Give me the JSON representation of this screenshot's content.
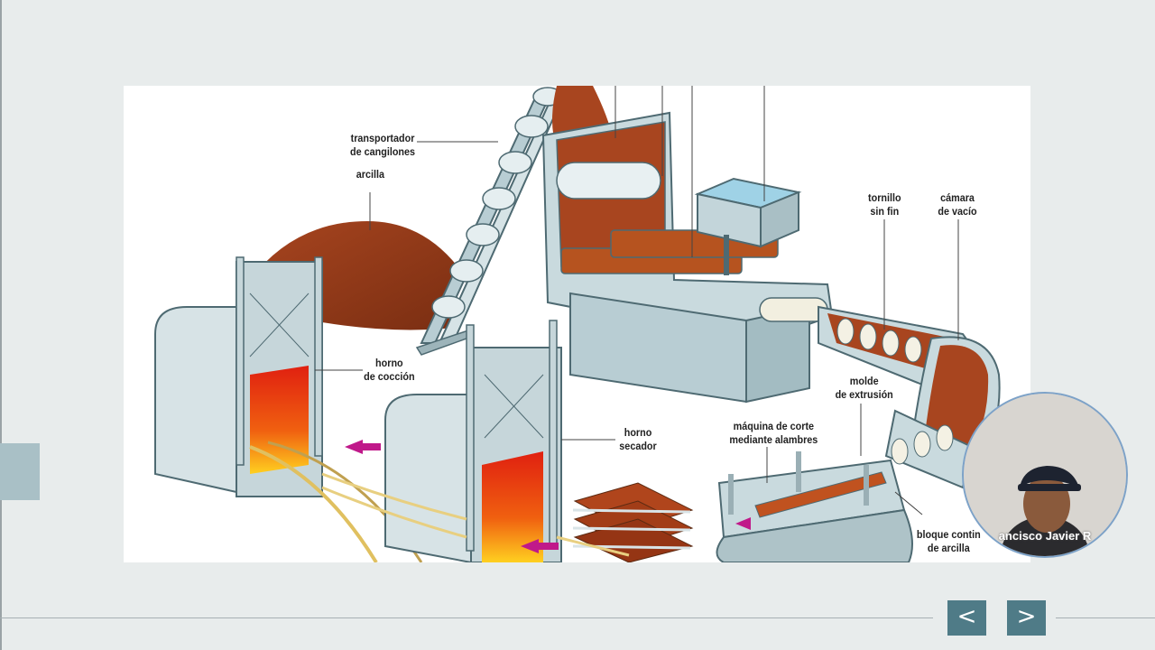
{
  "diagram": {
    "labels": {
      "transportador": "transportador\nde cangilones",
      "arcilla": "arcilla",
      "horno_coccion": "horno\nde cocción",
      "horno_secador": "horno\nsecador",
      "tornillo": "tornillo\nsin fin",
      "camara": "cámara\nde vacío",
      "molde": "molde\nde extrusión",
      "maquina_corte": "máquina de corte\nmediante alambres",
      "bloque": "bloque contin\nde arcilla"
    }
  },
  "presenter": {
    "name": "ancisco Javier R"
  },
  "nav": {
    "prev_symbol": "<",
    "next_symbol": ">"
  }
}
